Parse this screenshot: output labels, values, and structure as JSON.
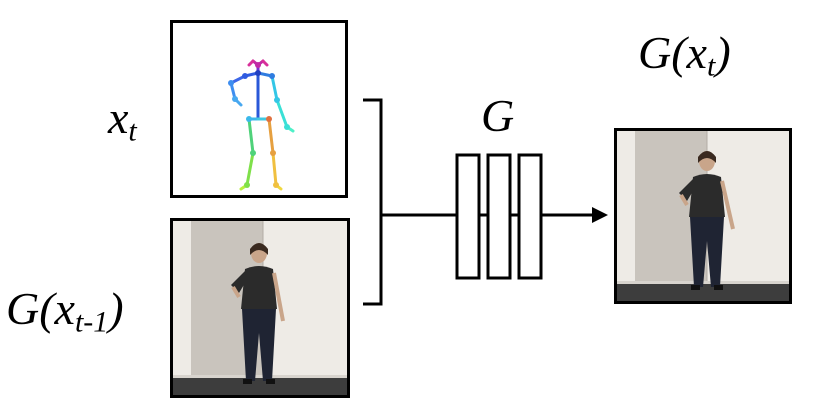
{
  "labels": {
    "input_pose": {
      "base": "x",
      "sub": "t"
    },
    "prev_frame": {
      "prefix": "G(x",
      "sub": "t-1",
      "suffix": ")"
    },
    "generator": "G",
    "output": {
      "prefix": "G(x",
      "sub": "t",
      "suffix": ")"
    }
  },
  "colors": {
    "stroke": "#000000",
    "wall": "#eeebe6",
    "door": "#c9c4bd",
    "floor": "#3d3d3d",
    "skin": "#c9a58a",
    "shirt": "#2b2b2b",
    "jeans": "#1f2433"
  },
  "icons": [
    "pose-skeleton",
    "person-photo"
  ]
}
